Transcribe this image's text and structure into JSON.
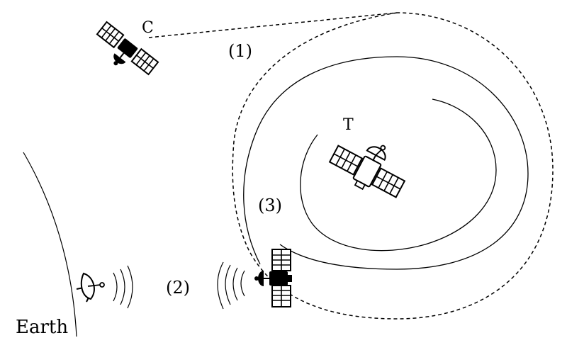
{
  "labels": {
    "satellite_c": "C",
    "satellite_t": "T",
    "step_1": "(1)",
    "step_2": "(2)",
    "step_3": "(3)",
    "earth": "Earth"
  },
  "icons": {
    "chaser": "satellite-icon",
    "target": "satellite-icon",
    "docking": "satellite-icon",
    "ground_station": "satellite-dish-icon",
    "signal": "radio-waves-icon"
  }
}
